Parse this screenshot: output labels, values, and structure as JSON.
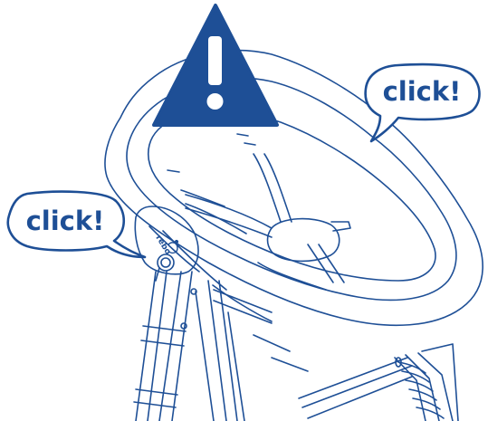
{
  "callouts": {
    "right": "click!",
    "left": "click!"
  },
  "logo": {
    "text": "rebo"
  },
  "warning": {
    "symbol": "!"
  },
  "colors": {
    "line": "#1e4f96",
    "warning_fill": "#1e4f96",
    "background": "#ffffff"
  },
  "icons": [
    "warning-triangle-icon",
    "speech-bubble-icon",
    "baby-bouncer-seat-illustration",
    "high-chair-frame-illustration"
  ]
}
